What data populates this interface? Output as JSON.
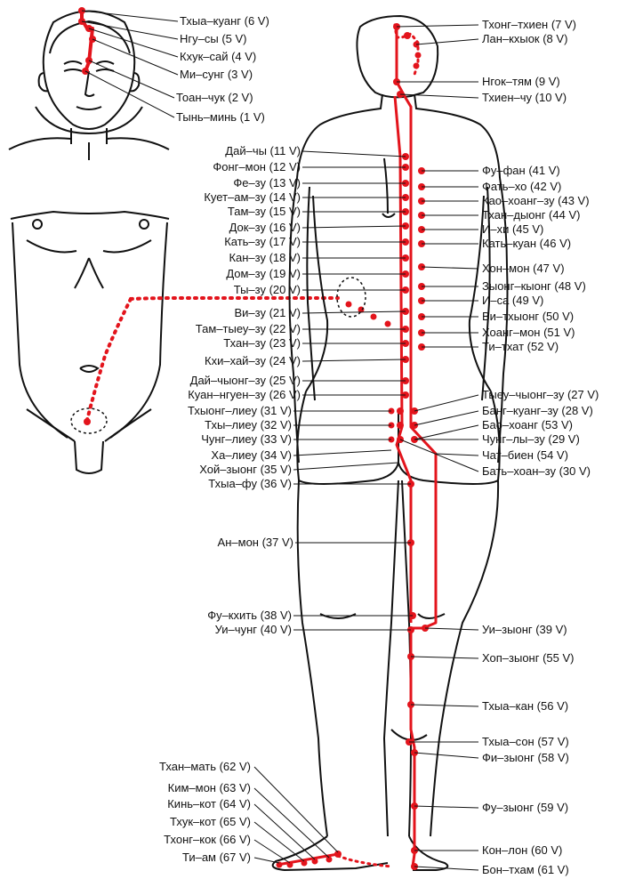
{
  "colors": {
    "meridian": "#e3141c",
    "outline": "#111111",
    "leader": "#111111"
  },
  "labels_left": [
    "Тхыа–куанг (6 V)",
    "Нгу–сы (5 V)",
    "Кхук–сай (4 V)",
    "Ми–сунг (3 V)",
    "Тоан–чук (2 V)",
    "Тынь–минь (1 V)",
    "Дай–чы (11 V)",
    "Фонг–мон (12 V)",
    "Фе–зу (13 V)",
    "Кует–ам–зу (14 V)",
    "Там–зу (15 V)",
    "Док–зу (16 V)",
    "Кать–зу (17 V)",
    "Кан–зу (18 V)",
    "Дом–зу (19 V)",
    "Ты–зу (20 V)",
    "Ви–зу (21 V)",
    "Там–тыеу–зу (22 V)",
    "Тхан–зу (23 V)",
    "Кхи–хай–зу (24 V)",
    "Дай–чыонг–зу (25 V)",
    "Куан–нгуен–зу (26 V)",
    "Тхыонг–лиеу (31 V)",
    "Тхы–лиеу (32 V)",
    "Чунг–лиеу (33 V)",
    "Ха–лиеу (34 V)",
    "Хой–зыонг (35 V)",
    "Тхыа–фу (36 V)",
    "Ан–мон (37 V)",
    "Фу–кхить (38 V)",
    "Уи–чунг (40 V)",
    "Тхан–мать (62 V)",
    "Ким–мон (63 V)",
    "Кинь–кот (64 V)",
    "Тхук–кот (65 V)",
    "Тхонг–кок (66 V)",
    "Ти–ам (67 V)"
  ],
  "labels_right": [
    "Тхонг–тхиен (7 V)",
    "Лан–кхыок (8 V)",
    "Нгок–тям (9 V)",
    "Тхиен–чу (10 V)",
    "Фу–фан (41 V)",
    "Фать–хо (42 V)",
    "Као–хоанг–зу (43 V)",
    "Тхан–дыонг (44 V)",
    "И–хи (45 V)",
    "Кать–куан (46 V)",
    "Хон–мон (47 V)",
    "Зыонг–кыонг (48 V)",
    "И–са (49 V)",
    "Ви–тхыонг (50 V)",
    "Хоанг–мон (51 V)",
    "Ти–тхат (52 V)",
    "Тыеу–чыонг–зу (27 V)",
    "Банг–куанг–зу (28 V)",
    "Бао–хоанг (53 V)",
    "Чунг–лы–зу (29 V)",
    "Чат–биен (54 V)",
    "Бать–хоан–зу (30 V)",
    "Уи–зыонг (39 V)",
    "Хоп–зыонг (55 V)",
    "Тхыа–кан (56 V)",
    "Тхыа–сон (57 V)",
    "Фи–зыонг (58 V)",
    "Фу–зыонг (59 V)",
    "Кон–лон (60 V)",
    "Бон–тхам (61 V)"
  ]
}
